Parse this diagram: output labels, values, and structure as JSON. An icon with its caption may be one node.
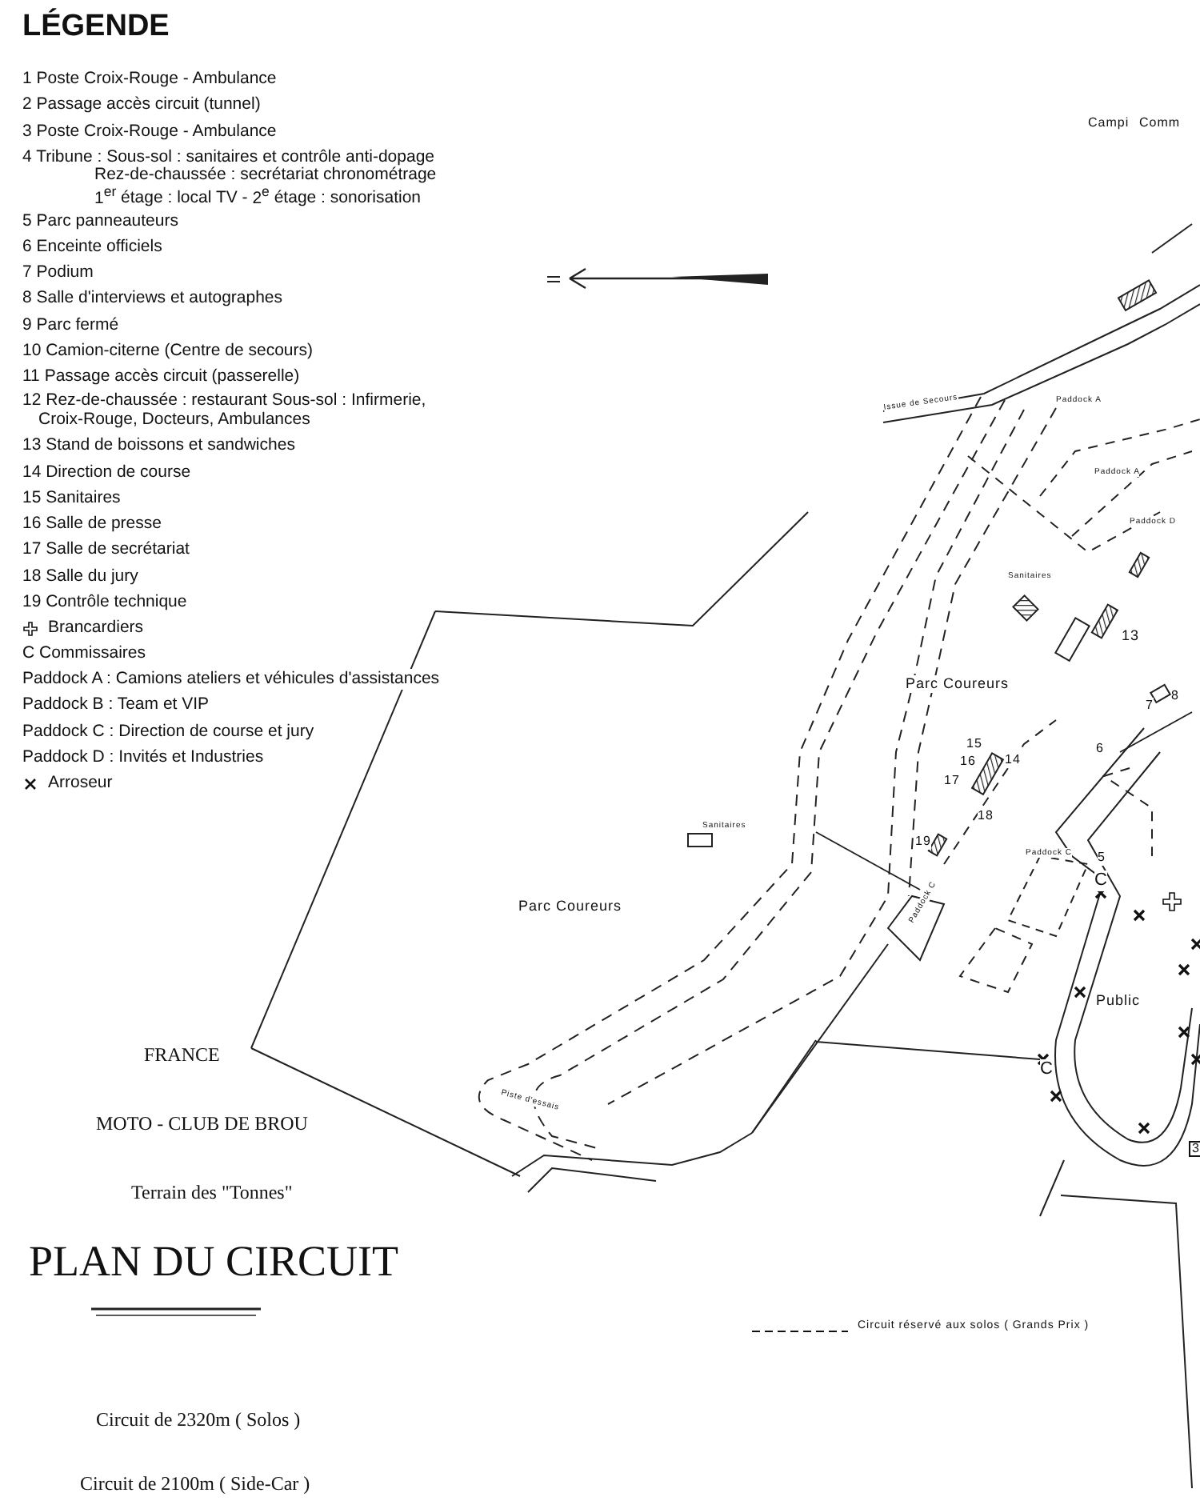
{
  "diagram": {
    "title": "PLAN DU CIRCUIT",
    "labels": [
      "LÉGENDE",
      "1 Poste Croix-Rouge - Ambulance",
      "2 Passage accès circuit (tunnel)",
      "3 Poste Croix-Rouge - Ambulance",
      "4 Tribune : Sous-sol : sanitaires et contrôle anti-dopage Rez-de-chaussée : secrétariat chronométrage 1$^{er}$ étage : local TV - 2$^{e}$ étage : sonorisation",
      "5 Parc panneauteurs",
      "6 Enceinte officiels",
      "7 Podium",
      "8 Salle d'interviews et autographes",
      "9 Parc fermé",
      "10 Camion-citerne (Centre de secours)",
      "11 Passage accès circuit (passerelle)",
      "12 Rez-de-chaussée : restaurant Sous-sol : Infirmerie, Croix-Rouge, Docteurs, Ambulances",
      "13 Stand de boissons et sandwiches",
      "14 Direction de course",
      "15 Sanitaires",
      "16 Salle de presse",
      "17 Salle de secrétariat",
      "18 Salle du jury",
      "19 Contrôle technique",
      "C  Commissaires",
      "Paddock A : Camions ateliers et véhicules d'assistances",
      "Paddock B : Team et VIP",
      "Paddock C : Direction de course et jury",
      "Paddock D : Invités et Industries",
      "Campi",
      "Comm",
      "Issue de Secours",
      "Paddock A",
      "Paddock A",
      "Paddock D",
      "Sanitaires",
      "13",
      "Parc Coureurs",
      "7",
      "8",
      "15",
      "16",
      "14",
      "17",
      "6",
      "18",
      "Sanitaires",
      "19",
      "Paddock C",
      "5",
      "C",
      "Parc Coureurs",
      "Paddock C",
      "Public",
      "C",
      "Piste d'essais",
      "3",
      "FRANCE",
      "MOTO - CLUB DE BROU",
      "Terrain des \"Tonnes\"",
      "Circuit de 2320m ( Solos )",
      "Circuit de 2100m ( Side-Car )"
    ],
    "legend": [
      {
        "text": "Brancardiers"
      },
      {
        "text": "Arroseur"
      },
      {
        "text": "Circuit réservé aux solos ( Grands Prix )"
      }
    ]
  }
}
